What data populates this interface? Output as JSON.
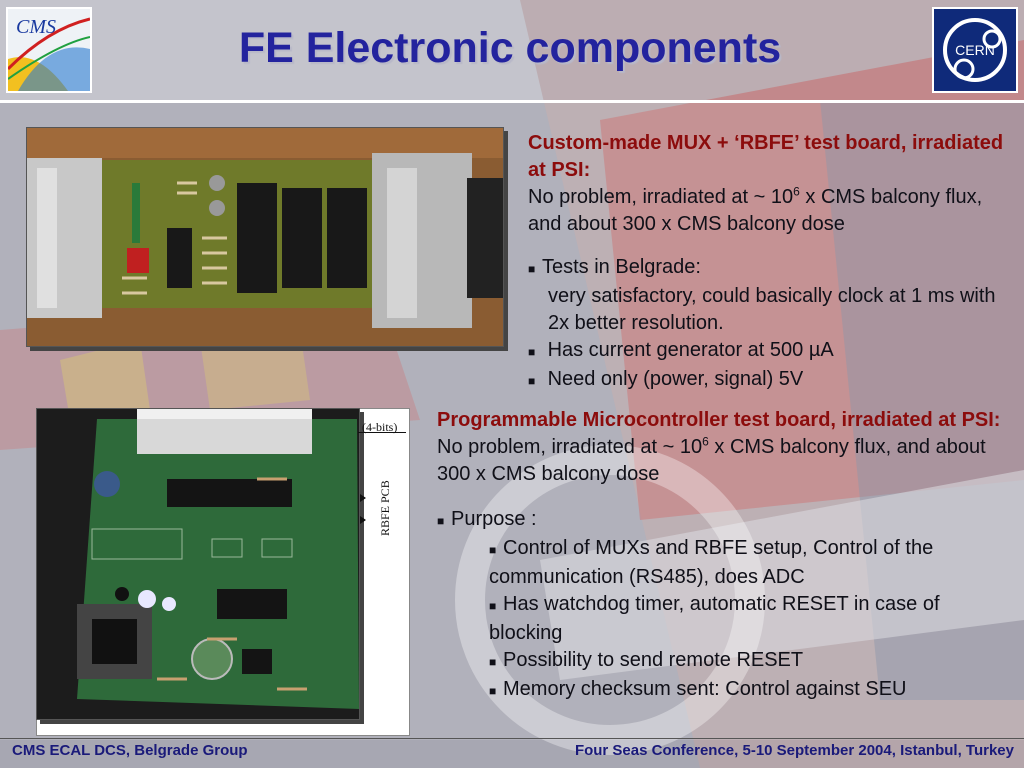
{
  "header": {
    "title": "FE Electronic components",
    "left_logo_text": "CMS",
    "right_logo_text": "CERN"
  },
  "photo_top": {
    "description_hidden": ""
  },
  "section1": {
    "heading": "Custom-made MUX + ‘RBFE’ test board, irradiated at PSI:",
    "body_prefix": "No problem, irradiated at ~ 10",
    "body_exp": "6",
    "body_suffix": " x CMS balcony flux, and about 300 x CMS balcony dose",
    "bullets": [
      {
        "main": "Tests in Belgrade:",
        "cont": "very satisfactory, could basically clock at 1 ms with 2x better resolution."
      },
      {
        "main": "Has current generator at 500 µA"
      },
      {
        "main": "Need only (power, signal) 5V"
      }
    ]
  },
  "annotations": {
    "bits": "(4-bits)",
    "pcb": "RBFE PCB"
  },
  "section2": {
    "heading": "Programmable Microcontroller test board, irradiated at PSI:",
    "body_prefix": "No problem, irradiated at ~ 10",
    "body_exp": "6",
    "body_suffix": " x CMS balcony flux, and about 300 x CMS balcony dose",
    "purpose": "Purpose :",
    "items": [
      "Control of MUXs and RBFE setup, Control of the communication (RS485), does ADC",
      "Has watchdog timer, automatic RESET in case of blocking",
      "Possibility to send remote RESET",
      "Memory checksum sent: Control against SEU"
    ]
  },
  "footer": {
    "left": "CMS ECAL DCS, Belgrade Group",
    "right": "Four Seas Conference, 5-10 September 2004, Istanbul, Turkey"
  },
  "colors": {
    "title": "#23239e",
    "heading": "#8c0c0c",
    "footer": "#1a1a7a",
    "board_top": "#6f7a2a",
    "board_bottom": "#2e6a3a"
  }
}
